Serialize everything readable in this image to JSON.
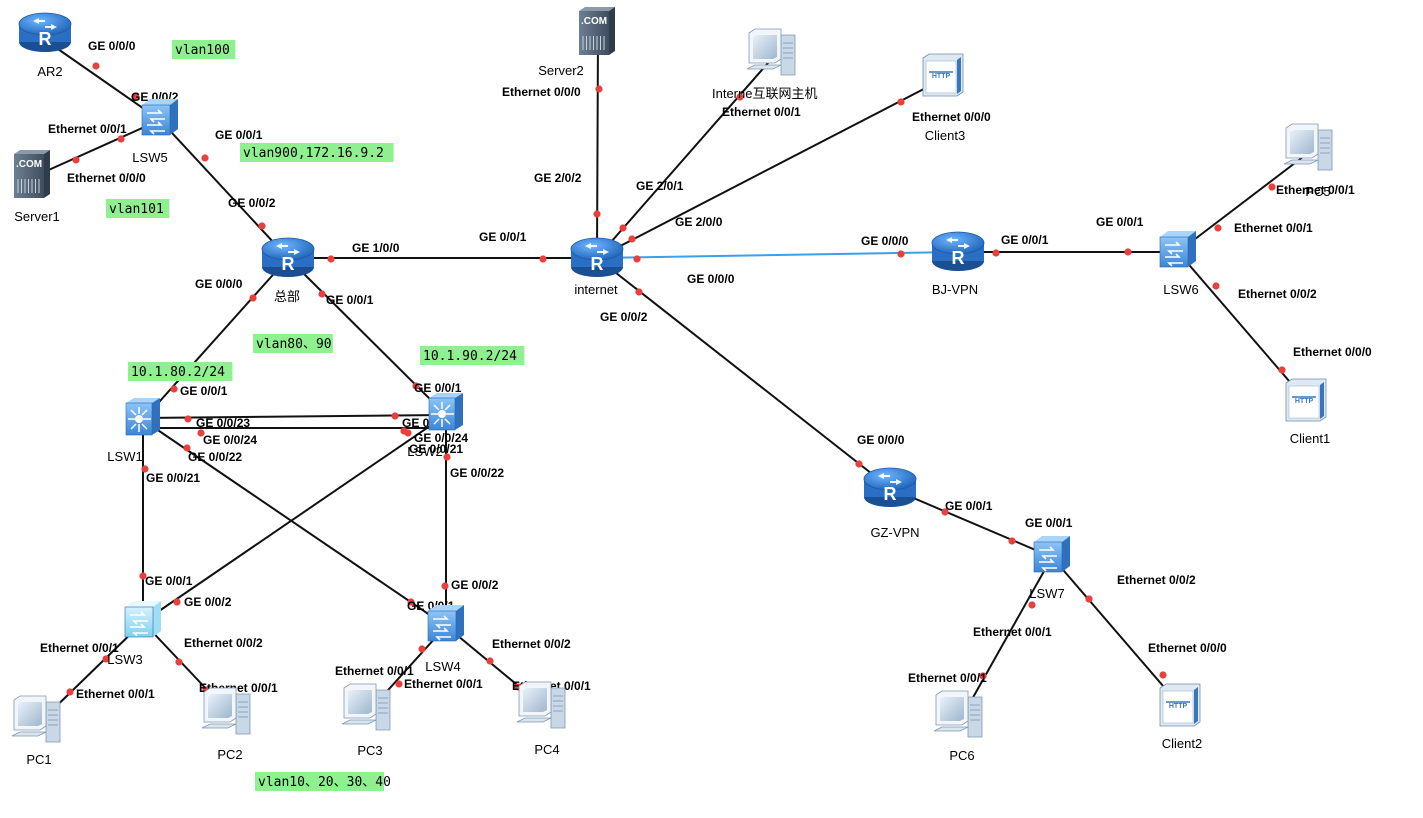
{
  "colors": {
    "link": "#111111",
    "vpn_link": "#3aa0e8",
    "port_dot": "#e8403c",
    "note_bg": "#8ef08e",
    "router": "#2f7fd6",
    "switch": "#4a9ae6",
    "l3switch": "#4a9ae6",
    "server": "#4a5a6a"
  },
  "devices": [
    {
      "id": "AR2",
      "label": "AR2",
      "icon": "router-icon"
    },
    {
      "id": "LSW5",
      "label": "LSW5",
      "icon": "switch-icon"
    },
    {
      "id": "Server1",
      "label": "Server1",
      "icon": "server-icon",
      "badge": ".COM"
    },
    {
      "id": "HQ",
      "label": "总部",
      "icon": "router-icon"
    },
    {
      "id": "Internet",
      "label": "internet",
      "icon": "router-icon"
    },
    {
      "id": "Server2",
      "label": "Server2",
      "icon": "server-icon",
      "badge": ".COM"
    },
    {
      "id": "InetHost",
      "label": "Interne互联网主机",
      "icon": "pc-icon"
    },
    {
      "id": "Client3",
      "label": "Client3",
      "icon": "http-client-icon",
      "badge": "HTTP"
    },
    {
      "id": "BJVPN",
      "label": "BJ-VPN",
      "icon": "router-icon"
    },
    {
      "id": "LSW6",
      "label": "LSW6",
      "icon": "switch-icon"
    },
    {
      "id": "PC5",
      "label": "PC5",
      "icon": "pc-icon"
    },
    {
      "id": "Client1",
      "label": "Client1",
      "icon": "http-client-icon",
      "badge": "HTTP"
    },
    {
      "id": "LSW1",
      "label": "LSW1",
      "icon": "l3-switch-icon"
    },
    {
      "id": "LSW2",
      "label": "LSW2",
      "icon": "l3-switch-icon"
    },
    {
      "id": "LSW3",
      "label": "LSW3",
      "icon": "switch-icon"
    },
    {
      "id": "LSW4",
      "label": "LSW4",
      "icon": "switch-icon"
    },
    {
      "id": "PC1",
      "label": "PC1",
      "icon": "pc-icon"
    },
    {
      "id": "PC2",
      "label": "PC2",
      "icon": "pc-icon"
    },
    {
      "id": "PC3",
      "label": "PC3",
      "icon": "pc-icon"
    },
    {
      "id": "PC4",
      "label": "PC4",
      "icon": "pc-icon"
    },
    {
      "id": "GZVPN",
      "label": "GZ-VPN",
      "icon": "router-icon"
    },
    {
      "id": "LSW7",
      "label": "LSW7",
      "icon": "switch-icon"
    },
    {
      "id": "PC6",
      "label": "PC6",
      "icon": "pc-icon"
    },
    {
      "id": "Client2",
      "label": "Client2",
      "icon": "http-client-icon",
      "badge": "HTTP"
    }
  ],
  "links": [
    {
      "from": "AR2",
      "to": "LSW5",
      "from_port": "GE 0/0/0",
      "to_port": "GE 0/0/2"
    },
    {
      "from": "LSW5",
      "to": "Server1",
      "from_port": "Ethernet 0/0/1",
      "to_port": "Ethernet 0/0/0"
    },
    {
      "from": "LSW5",
      "to": "HQ",
      "from_port": "GE 0/0/1",
      "to_port": "GE 0/0/2"
    },
    {
      "from": "HQ",
      "to": "Internet",
      "from_port": "GE 1/0/0",
      "to_port": "GE 0/0/1"
    },
    {
      "from": "HQ",
      "to": "LSW1",
      "from_port": "GE 0/0/0",
      "to_port": "GE 0/0/1"
    },
    {
      "from": "HQ",
      "to": "LSW2",
      "from_port": "GE 0/0/1",
      "to_port": "GE 0/0/1"
    },
    {
      "from": "Server2",
      "to": "Internet",
      "from_port": "Ethernet 0/0/0",
      "to_port": "GE 2/0/2"
    },
    {
      "from": "InetHost",
      "to": "Internet",
      "from_port": "Ethernet 0/0/1",
      "to_port": "GE 2/0/1"
    },
    {
      "from": "Client3",
      "to": "Internet",
      "from_port": "Ethernet 0/0/0",
      "to_port": "GE 2/0/0"
    },
    {
      "from": "Internet",
      "to": "BJVPN",
      "from_port": "GE 0/0/0",
      "to_port": "GE 0/0/0",
      "style": "vpn"
    },
    {
      "from": "Internet",
      "to": "GZVPN",
      "from_port": "GE 0/0/2",
      "to_port": "GE 0/0/0"
    },
    {
      "from": "BJVPN",
      "to": "LSW6",
      "from_port": "GE 0/0/1",
      "to_port": "GE 0/0/1"
    },
    {
      "from": "LSW6",
      "to": "PC5",
      "from_port": "Ethernet 0/0/1",
      "to_port": "Ethernet 0/0/1"
    },
    {
      "from": "LSW6",
      "to": "Client1",
      "from_port": "Ethernet 0/0/2",
      "to_port": "Ethernet 0/0/0"
    },
    {
      "from": "LSW1",
      "to": "LSW2",
      "from_port": "GE 0/0/23",
      "to_port": "GE 0/0/23"
    },
    {
      "from": "LSW1",
      "to": "LSW2",
      "from_port": "GE 0/0/24",
      "to_port": "GE 0/0/24"
    },
    {
      "from": "LSW1",
      "to": "LSW3",
      "from_port": "GE 0/0/21",
      "to_port": "GE 0/0/1"
    },
    {
      "from": "LSW1",
      "to": "LSW4",
      "from_port": "GE 0/0/22",
      "to_port": "GE 0/0/1"
    },
    {
      "from": "LSW2",
      "to": "LSW3",
      "from_port": "GE 0/0/21",
      "to_port": "GE 0/0/2"
    },
    {
      "from": "LSW2",
      "to": "LSW4",
      "from_port": "GE 0/0/22",
      "to_port": "GE 0/0/2"
    },
    {
      "from": "LSW3",
      "to": "PC1",
      "from_port": "Ethernet 0/0/1",
      "to_port": "Ethernet 0/0/1"
    },
    {
      "from": "LSW3",
      "to": "PC2",
      "from_port": "Ethernet 0/0/2",
      "to_port": "Ethernet 0/0/1"
    },
    {
      "from": "LSW4",
      "to": "PC3",
      "from_port": "Ethernet 0/0/1",
      "to_port": "Ethernet 0/0/1"
    },
    {
      "from": "LSW4",
      "to": "PC4",
      "from_port": "Ethernet 0/0/2",
      "to_port": "Ethernet 0/0/1"
    },
    {
      "from": "GZVPN",
      "to": "LSW7",
      "from_port": "GE 0/0/1",
      "to_port": "GE 0/0/1"
    },
    {
      "from": "LSW7",
      "to": "PC6",
      "from_port": "Ethernet 0/0/1",
      "to_port": "Ethernet 0/0/1"
    },
    {
      "from": "LSW7",
      "to": "Client2",
      "from_port": "Ethernet 0/0/2",
      "to_port": "Ethernet 0/0/0"
    }
  ],
  "notes": {
    "vlan100": "vlan100",
    "vlan900": "vlan900,172.16.9.2",
    "vlan101": "vlan101",
    "vlan80_90": "vlan80、90",
    "ip_80": "10.1.80.2/24",
    "ip_90": "10.1.90.2/24",
    "vlan10_40": "vlan10、20、30、40"
  }
}
